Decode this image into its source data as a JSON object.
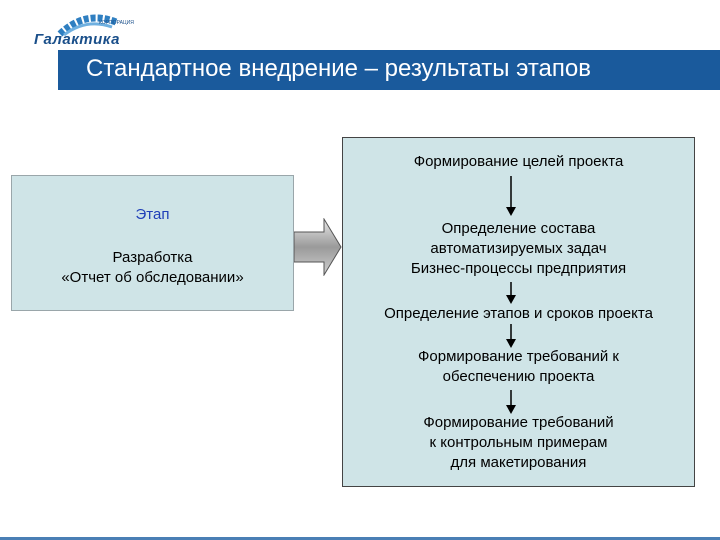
{
  "header": {
    "logo_small": "КОРПОРАЦИЯ",
    "logo_text": "Галактика",
    "title": "Стандартное внедрение – результаты этапов"
  },
  "stage": {
    "label": "Этап",
    "name_line1": "Разработка",
    "name_line2": "«Отчет об обследовании»"
  },
  "results": [
    {
      "lines": [
        "Формирование целей проекта"
      ]
    },
    {
      "lines": [
        "Определение состава",
        "автоматизируемых задач",
        "Бизнес-процессы предприятия"
      ]
    },
    {
      "lines": [
        "Определение этапов и сроков проекта"
      ]
    },
    {
      "lines": [
        "Формирование требований к",
        "обеспечению проекта"
      ]
    },
    {
      "lines": [
        "Формирование требований",
        "к контрольным примерам",
        "для макетирования"
      ]
    }
  ],
  "colors": {
    "title_bar": "#1a5a9c",
    "box_fill": "#cfe4e7",
    "stage_label": "#1f3fb8"
  }
}
